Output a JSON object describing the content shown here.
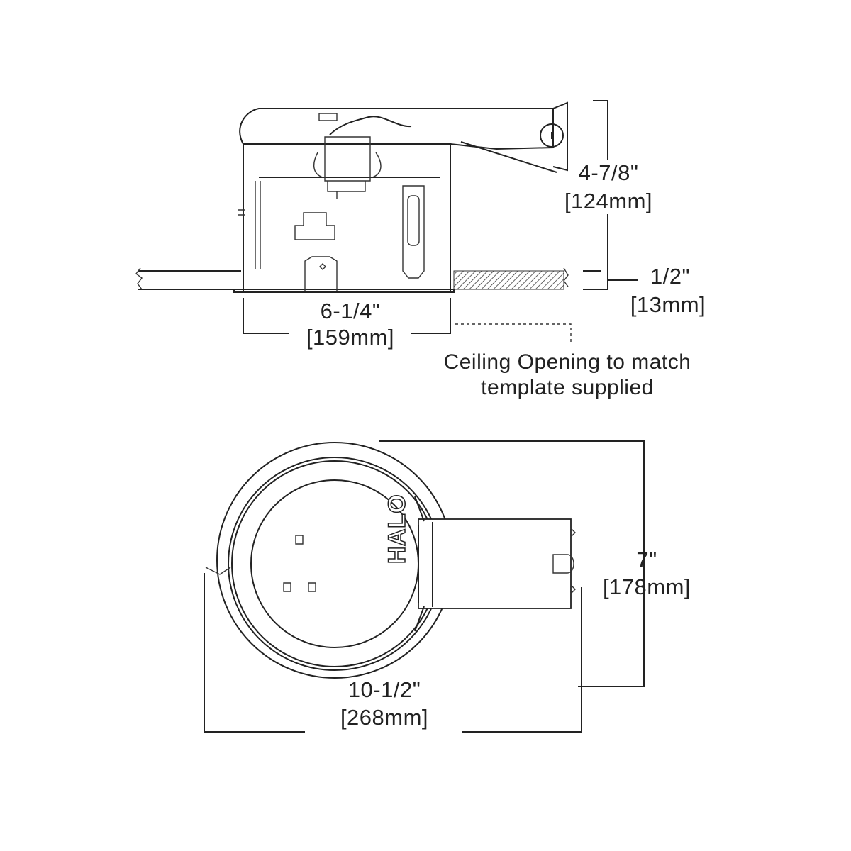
{
  "side_view": {
    "height_dim": {
      "imperial": "4-7/8\"",
      "metric": "[124mm]"
    },
    "ceiling_dim": {
      "imperial": "1/2\"",
      "metric": "[13mm]"
    },
    "width_dim": {
      "imperial": "6-1/4\"",
      "metric": "[159mm]"
    },
    "note_line1": "Ceiling Opening to match",
    "note_line2": "template supplied"
  },
  "top_view": {
    "logo": "HALO",
    "depth_dim": {
      "imperial": "7\"",
      "metric": "[178mm]"
    },
    "length_dim": {
      "imperial": "10-1/2\"",
      "metric": "[268mm]"
    }
  },
  "colors": {
    "line": "#222222",
    "background": "#ffffff"
  }
}
